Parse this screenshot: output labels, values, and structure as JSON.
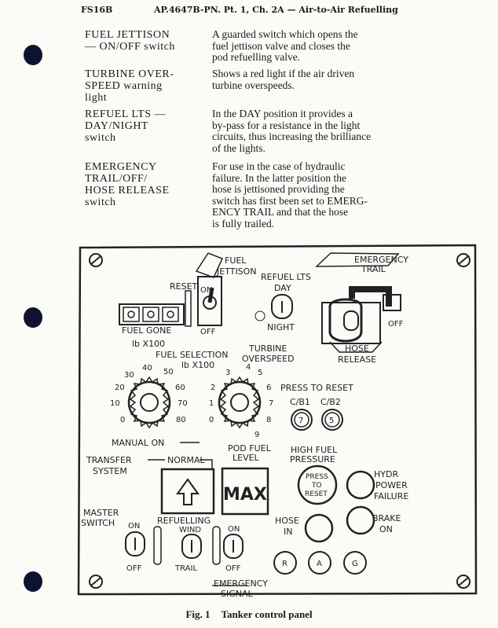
{
  "header": {
    "left": "FS16B",
    "right": "AP.4647B-PN. Pt. 1, Ch. 2A — Air-to-Air Refuelling"
  },
  "entries": [
    {
      "term": "FUEL JETTISON\n— ON/OFF switch",
      "desc": "A guarded switch which opens the\nfuel jettison valve and closes the\npod refuelling valve."
    },
    {
      "term": "TURBINE OVER-\nSPEED warning\nlight",
      "desc": "Shows a red light if the air driven\nturbine overspeeds."
    },
    {
      "term": "REFUEL LTS —\nDAY/NIGHT\nswitch",
      "desc": "In the DAY position it provides a\nby-pass for a resistance in the light\ncircuits, thus increasing the brilliance\nof the lights."
    },
    {
      "term": "EMERGENCY\nTRAIL/OFF/\nHOSE RELEASE\nswitch",
      "desc": "For use in the case of hydraulic\nfailure. In the latter position the\nhose is jettisoned providing the\nswitch has first been set to EMERG-\nENCY TRAIL and that the hose\nis fully trailed."
    }
  ],
  "panel": {
    "fuel_jettison": [
      "FUEL",
      "JETTISON"
    ],
    "reset": "RESET",
    "on": "ON",
    "off": "OFF",
    "refuel_lts": "REFUEL LTS",
    "day": "DAY",
    "night": "NIGHT",
    "emergency_trail": [
      "EMERGENCY",
      "TRAIL"
    ],
    "hose_release": [
      "HOSE",
      "RELEASE"
    ],
    "fuel_gone": "FUEL GONE",
    "lb_x100": "lb X100",
    "turbine_overspeed": [
      "TURBINE",
      "OVERSPEED"
    ],
    "fuel_selection": "FUEL SELECTION",
    "dial1_ticks": [
      "10",
      "20",
      "30",
      "40",
      "50",
      "60",
      "70",
      "80",
      "0"
    ],
    "dial2_ticks": [
      "0",
      "1",
      "2",
      "3",
      "4",
      "5",
      "6",
      "7",
      "8",
      "9"
    ],
    "press_to_reset": "PRESS TO RESET",
    "cb1": "C/B1",
    "cb2": "C/B2",
    "cb1_num": "7",
    "cb2_num": "5",
    "manual_on": "MANUAL ON",
    "transfer_system": [
      "TRANSFER",
      "SYSTEM"
    ],
    "normal": "NORMAL",
    "pod_fuel_level": [
      "POD FUEL",
      "LEVEL"
    ],
    "max": "MAX",
    "high_fuel_pressure": [
      "HIGH FUEL",
      "PRESSURE"
    ],
    "press_to_reset_lamp": [
      "PRESS",
      "TO",
      "RESET"
    ],
    "hydr_power_failure": [
      "HYDR",
      "POWER",
      "FAILURE"
    ],
    "master_switch": [
      "MASTER",
      "SWITCH"
    ],
    "refuelling": "REFUELLING",
    "wind": "WIND",
    "trail": "TRAIL",
    "emergency_signal": [
      "EMERGENCY",
      "SIGNAL"
    ],
    "hose_in": [
      "HOSE",
      "IN"
    ],
    "brake_on": [
      "BRAKE",
      "ON"
    ],
    "r": "R",
    "a": "A",
    "g": "G"
  },
  "caption": {
    "num": "Fig. 1",
    "title": "Tanker control panel"
  }
}
